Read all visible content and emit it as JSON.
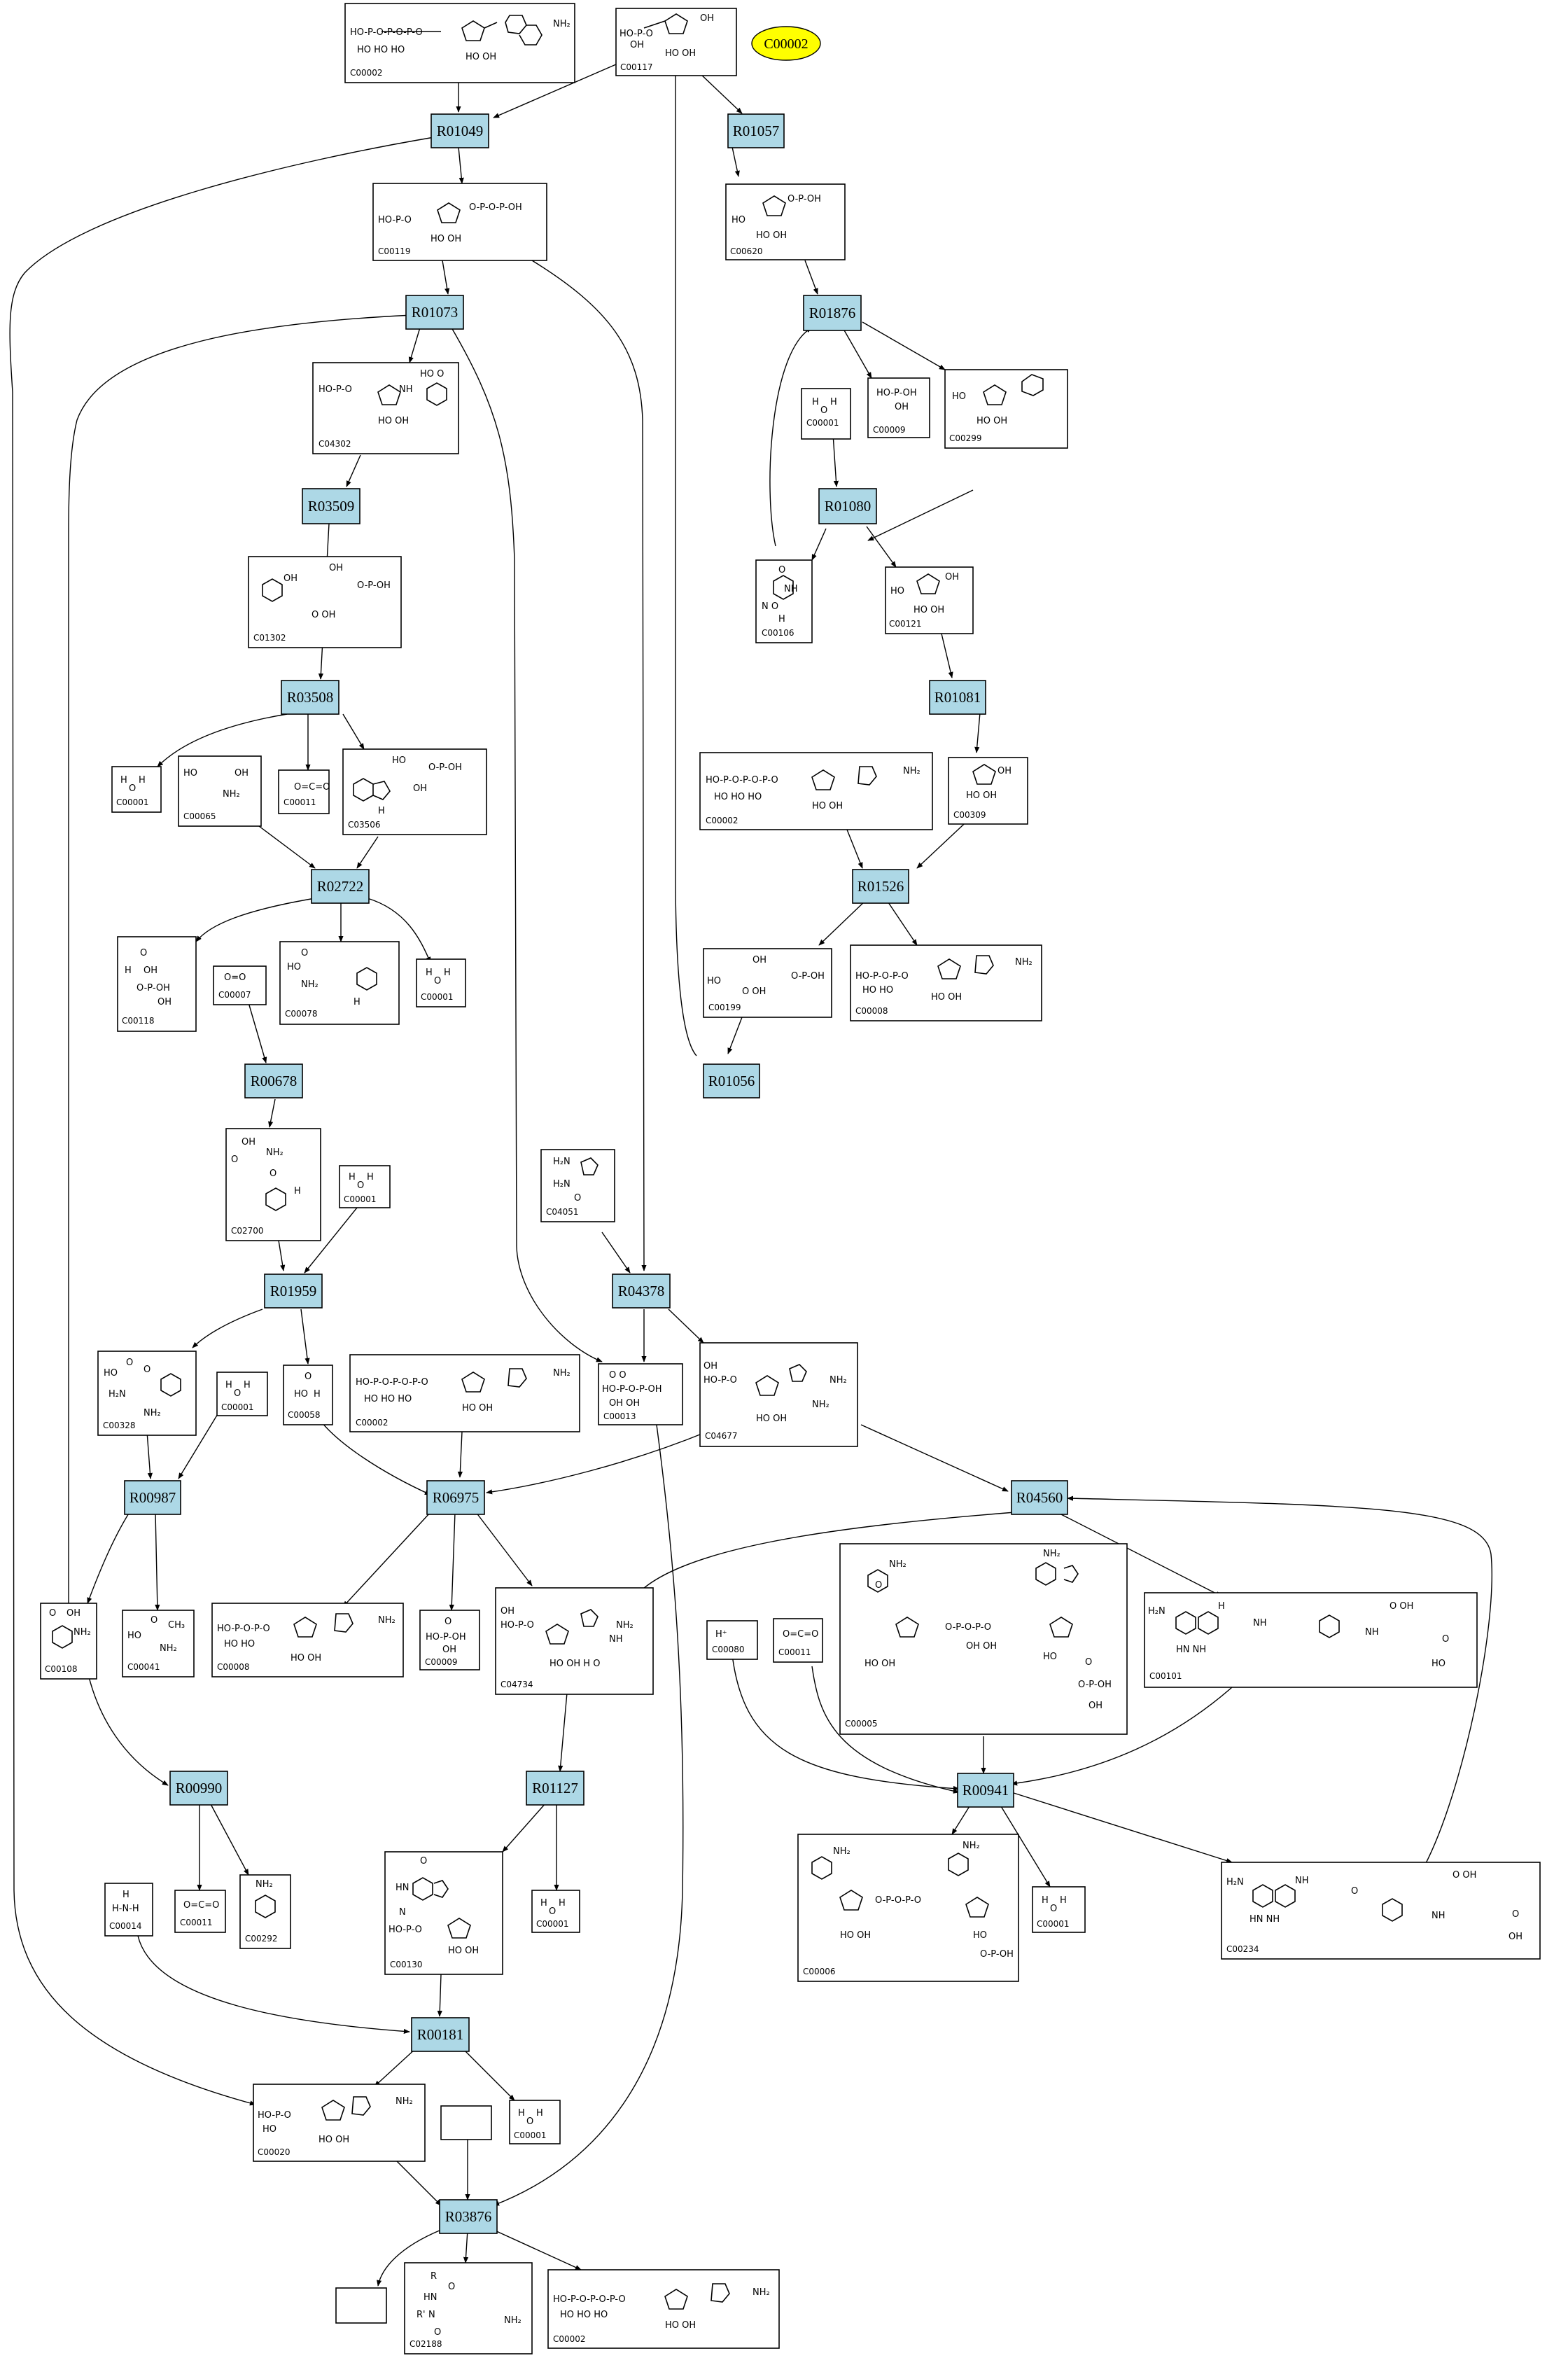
{
  "colors": {
    "reaction_fill": "#add8e6",
    "highlight_fill": "#ffff00",
    "stroke": "#000000"
  },
  "highlight": {
    "label": "C00002"
  },
  "compounds": [
    {
      "id": "c_top_atp",
      "label": "C00002"
    },
    {
      "id": "c_prpp_top",
      "label": "C00117"
    },
    {
      "id": "c_ribose5p",
      "label": "C00119"
    },
    {
      "id": "c_ribose_r",
      "label": "C00620"
    },
    {
      "id": "c_h2o_a",
      "label": "C00001"
    },
    {
      "id": "c_pi_a",
      "label": "C00009"
    },
    {
      "id": "c_c00299",
      "label": "C00299"
    },
    {
      "id": "c_c04302",
      "label": "C04302"
    },
    {
      "id": "c_uracil",
      "label": "C00106"
    },
    {
      "id": "c_ribose",
      "label": "C00121"
    },
    {
      "id": "c_c01302",
      "label": "C01302"
    },
    {
      "id": "c_atp_mid",
      "label": "C00002"
    },
    {
      "id": "c_c00309",
      "label": "C00309"
    },
    {
      "id": "c_h2o_b",
      "label": "C00001"
    },
    {
      "id": "c_ser",
      "label": "C00065"
    },
    {
      "id": "c_co2_a",
      "label": "C00011"
    },
    {
      "id": "c_c03506",
      "label": "C03506"
    },
    {
      "id": "c_c00199",
      "label": "C00199"
    },
    {
      "id": "c_adp",
      "label": "C00008"
    },
    {
      "id": "c_c00118",
      "label": "C00118"
    },
    {
      "id": "c_o2",
      "label": "C00007"
    },
    {
      "id": "c_trp",
      "label": "C00078"
    },
    {
      "id": "c_h2o_c",
      "label": "C00001"
    },
    {
      "id": "c_c02700",
      "label": "C02700"
    },
    {
      "id": "c_h2o_d",
      "label": "C00001"
    },
    {
      "id": "c_c04051",
      "label": "C04051"
    },
    {
      "id": "c_c00328",
      "label": "C00328"
    },
    {
      "id": "c_h2o_e",
      "label": "C00001"
    },
    {
      "id": "c_formate",
      "label": "C00058"
    },
    {
      "id": "c_atp_low",
      "label": "C00002"
    },
    {
      "id": "c_ppi",
      "label": "C00013"
    },
    {
      "id": "c_c04677",
      "label": "C04677"
    },
    {
      "id": "c_anthranilate",
      "label": "C00108"
    },
    {
      "id": "c_ala",
      "label": "C00041"
    },
    {
      "id": "c_adp_low",
      "label": "C00008"
    },
    {
      "id": "c_pi_b",
      "label": "C00009"
    },
    {
      "id": "c_c04734",
      "label": "C04734"
    },
    {
      "id": "c_nadh",
      "label": "C00005"
    },
    {
      "id": "c_h_plus",
      "label": "C00080"
    },
    {
      "id": "c_co2_b",
      "label": "C00011"
    },
    {
      "id": "c_c00101",
      "label": "C00101"
    },
    {
      "id": "c_co2_c",
      "label": "C00011"
    },
    {
      "id": "c_aniline",
      "label": "C00292"
    },
    {
      "id": "c_imp",
      "label": "C00130"
    },
    {
      "id": "c_h2o_f",
      "label": "C00001"
    },
    {
      "id": "c_nadp",
      "label": "C00006"
    },
    {
      "id": "c_h2o_g",
      "label": "C00001"
    },
    {
      "id": "c_c00234",
      "label": "C00234"
    },
    {
      "id": "c_nh3",
      "label": "C00014"
    },
    {
      "id": "c_h2o_h",
      "label": "C00001"
    },
    {
      "id": "c_amp",
      "label": "C00020"
    },
    {
      "id": "c_empty_a",
      "label": ""
    },
    {
      "id": "c_empty_b",
      "label": ""
    },
    {
      "id": "c_c02188",
      "label": "C02188"
    },
    {
      "id": "c_atp_bottom",
      "label": "C00002"
    }
  ],
  "reactions": [
    {
      "id": "r_01049",
      "label": "R01049"
    },
    {
      "id": "r_01057",
      "label": "R01057"
    },
    {
      "id": "r_01073",
      "label": "R01073"
    },
    {
      "id": "r_01876",
      "label": "R01876"
    },
    {
      "id": "r_03509",
      "label": "R03509"
    },
    {
      "id": "r_01080",
      "label": "R01080"
    },
    {
      "id": "r_01081",
      "label": "R01081"
    },
    {
      "id": "r_03508",
      "label": "R03508"
    },
    {
      "id": "r_02722",
      "label": "R02722"
    },
    {
      "id": "r_01526",
      "label": "R01526"
    },
    {
      "id": "r_00678",
      "label": "R00678"
    },
    {
      "id": "r_01056",
      "label": "R01056"
    },
    {
      "id": "r_01959",
      "label": "R01959"
    },
    {
      "id": "r_04378",
      "label": "R04378"
    },
    {
      "id": "r_00987",
      "label": "R00987"
    },
    {
      "id": "r_06975",
      "label": "R06975"
    },
    {
      "id": "r_04560",
      "label": "R04560"
    },
    {
      "id": "r_00990",
      "label": "R00990"
    },
    {
      "id": "r_01127",
      "label": "R01127"
    },
    {
      "id": "r_00941",
      "label": "R00941"
    },
    {
      "id": "r_00181",
      "label": "R00181"
    },
    {
      "id": "r_03876",
      "label": "R03876"
    }
  ],
  "molecule_text": {
    "NH2": "NH₂",
    "OH": "OH",
    "HO": "HO",
    "P": "P",
    "O": "O",
    "N": "N",
    "NH": "NH",
    "H": "H",
    "R": "R",
    "Rprime": "R'",
    "Hplus": "H⁺",
    "H2N": "H₂N"
  }
}
